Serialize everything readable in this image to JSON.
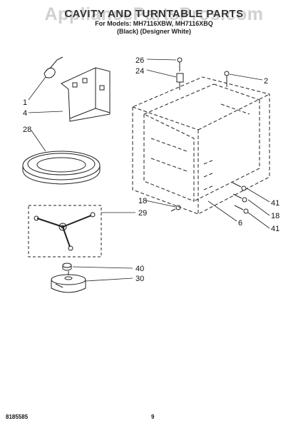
{
  "watermark": "AppliancePartsPros.com",
  "title": "CAVITY AND TURNTABLE PARTS",
  "subtitle": "For Models: MH7116XBW, MH7116XBQ",
  "variants": "(Black)     (Designer White)",
  "callouts": [
    "26",
    "24",
    "2",
    "1",
    "4",
    "28",
    "29",
    "18",
    "41",
    "18",
    "6",
    "41",
    "40",
    "30"
  ],
  "footer_code": "8185585",
  "page_number": "9",
  "colors": {
    "line": "#222222",
    "dashed": "#333333"
  }
}
